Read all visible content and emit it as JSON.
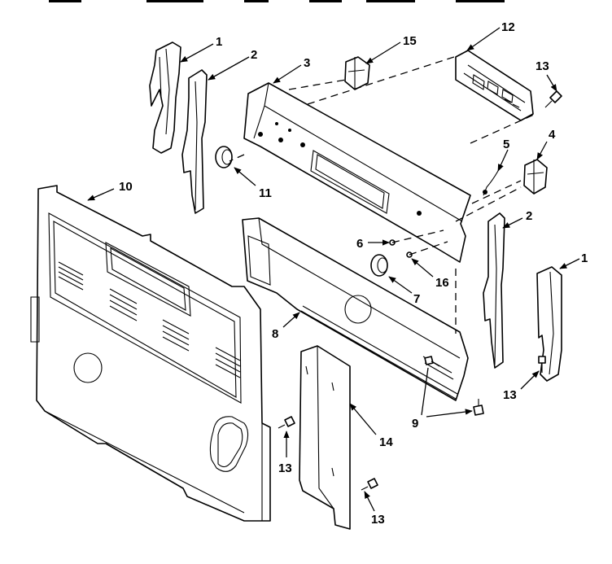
{
  "callouts": {
    "c1a": "1",
    "c1b": "1",
    "c2a": "2",
    "c2b": "2",
    "c3": "3",
    "c4": "4",
    "c5": "5",
    "c6": "6",
    "c7": "7",
    "c8": "8",
    "c9": "9",
    "c10": "10",
    "c11": "11",
    "c12": "12",
    "c13a": "13",
    "c13b": "13",
    "c13c": "13",
    "c13d": "13",
    "c14": "14",
    "c15": "15",
    "c16": "16"
  },
  "colors": {
    "ink": "#000000",
    "paper": "#ffffff"
  }
}
